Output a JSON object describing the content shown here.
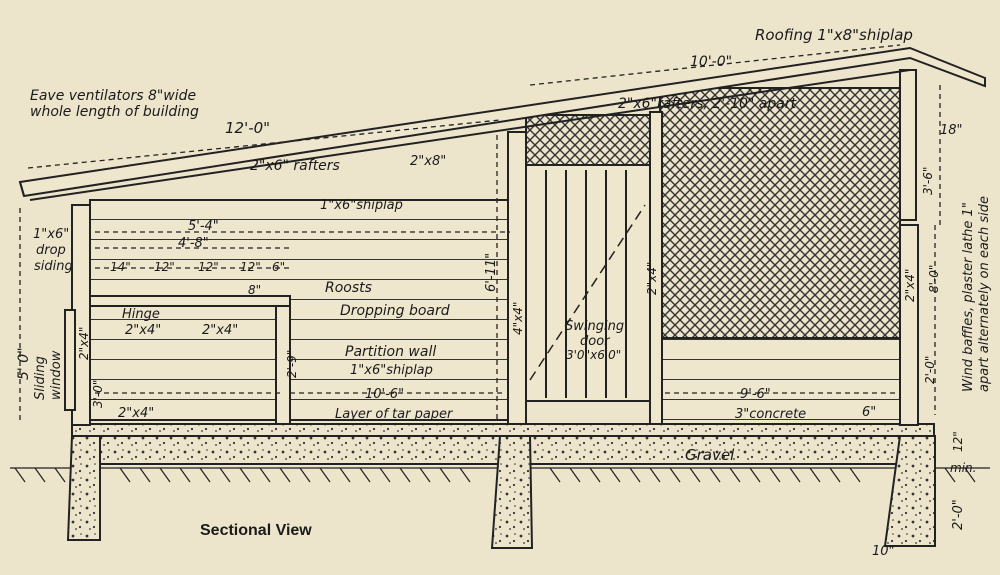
{
  "title": "Sectional View",
  "labels": {
    "roofing": "Roofing 1\"x8\"shiplap",
    "ten_ft": "10'-0\"",
    "eave_vent": "Eave ventilators 8\"wide",
    "eave_vent2": "whole length of building",
    "rafters_apart": "2\"x6\"rafters, 2'-10\" apart",
    "twelve_ft": "12'-0\"",
    "rafters": "2\"x6\" rafters",
    "two_by_eight": "2\"x8\"",
    "eighteen": "18\"",
    "shiplap_1x6": "1\"x6\"shiplap",
    "drop_siding": "1\"x6\"",
    "drop_siding2": "drop",
    "drop_siding3": "siding",
    "five_four": "5'-4\"",
    "four_eight": "4'-8\"",
    "fourteen": "14\"",
    "twelve1": "12\"",
    "twelve2": "12\"",
    "twelve3": "12\"",
    "six_in": "6\"",
    "eight_in": "8\"",
    "roosts": "Roosts",
    "hinge": "Hinge",
    "dropping_board": "Dropping board",
    "two_by_four_a": "2\"x4\"",
    "two_by_four_b": "2\"x4\"",
    "two_by_four_c": "2\"x4\"",
    "two_by_four_vert": "2\"x4\"",
    "six_eleven": "6'-11\"",
    "four_by_four": "4\"x4\"",
    "two_by_four_door": "2\"x4\"",
    "swinging_door": "Swinging",
    "swinging_door2": "door",
    "swinging_door3": "3'0\"x6'0\"",
    "partition_wall": "Partition wall",
    "partition_shiplap": "1\"x6\"shiplap",
    "five_zero": "5' 0\"",
    "sliding_window": "Sliding",
    "sliding_window2": "window",
    "three_zero": "3'-0\"",
    "two_nine": "2'-9\"",
    "ten_six": "10'-6\"",
    "nine_six": "9'-6\"",
    "tar_paper": "Layer of tar paper",
    "concrete": "3\"concrete",
    "six_in_b": "6\"",
    "gravel": "Gravel",
    "three_six": "3'-6\"",
    "eight_zero": "8'-0\"",
    "two_zero": "2'-0\"",
    "two_by_four_right": "2\"x4\"",
    "twelve_right": "12\"",
    "two_zero_min": "2'-0\"",
    "min": "min.",
    "ten_in": "10\"",
    "wind_baffles": "Wind baffles, plaster lathe 1\"",
    "wind_baffles2": "apart alternately on each side"
  }
}
